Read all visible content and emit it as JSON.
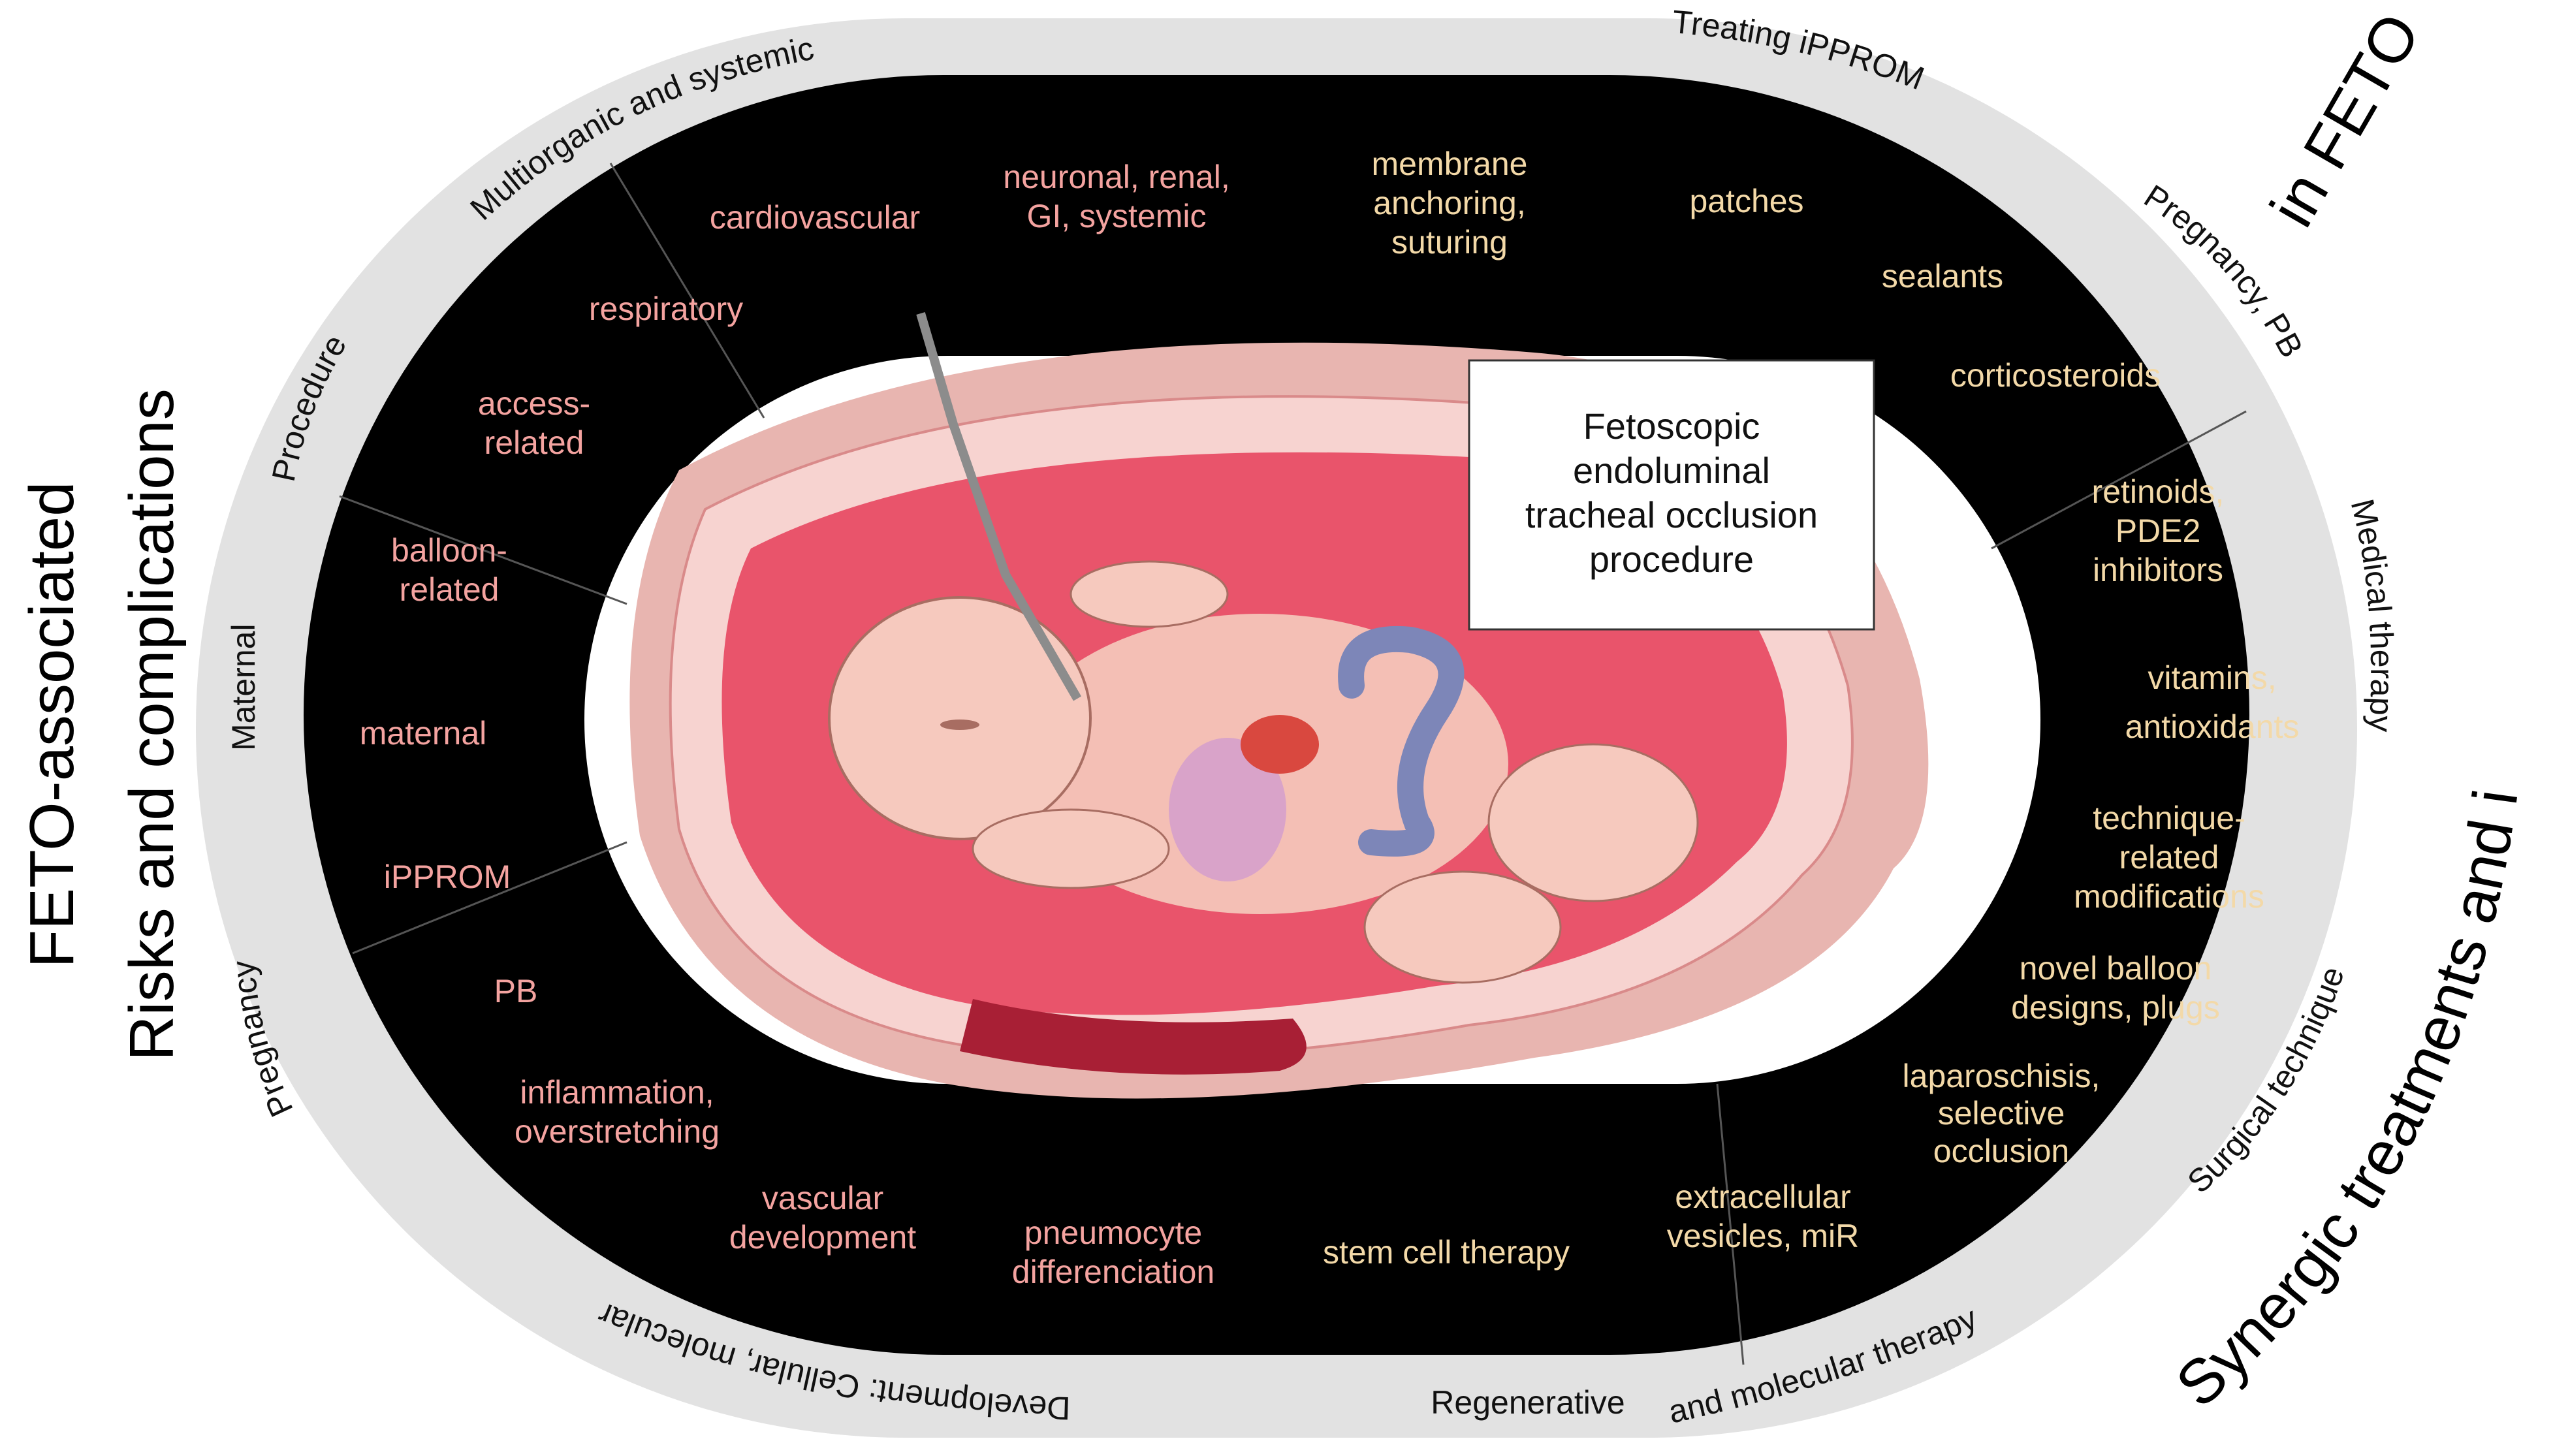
{
  "center_box": {
    "lines": [
      "Fetoscopic",
      "endoluminal",
      "tracheal occlusion",
      "procedure"
    ]
  },
  "outer_titles": {
    "left_line1": "FETO-associated",
    "left_line2": "Risks and complications",
    "right_line1": "Synergic treatments and improvements",
    "right_line2": "in FETO"
  },
  "ring_labels": {
    "multiorganic": "Multiorganic and systemic",
    "procedure": "Procedure",
    "maternal": "Maternal",
    "pregnancy": "Pregnancy",
    "development": "Development: Cellular, molecular",
    "regenerative": "Regenerative",
    "and_molecular": "and molecular therapy",
    "surgical": "Surgical technique",
    "medical": "Medical therapy",
    "pregnancy_pb": "Pregnancy, PB",
    "treating_ipprom": "Treating iPPROM"
  },
  "risk_items": {
    "cardiovascular": "cardiovascular",
    "neuronal_1": "neuronal, renal,",
    "neuronal_2": "GI, systemic",
    "respiratory": "respiratory",
    "access_1": "access-",
    "access_2": "related",
    "balloon_1": "balloon-",
    "balloon_2": "related",
    "maternal": "maternal",
    "ipprom": "iPPROM",
    "pb": "PB",
    "inflammation_1": "inflammation,",
    "inflammation_2": "overstretching",
    "vascular_1": "vascular",
    "vascular_2": "development",
    "pneumocyte_1": "pneumocyte",
    "pneumocyte_2": "differenciation"
  },
  "treatment_items": {
    "membrane_1": "membrane",
    "membrane_2": "anchoring,",
    "membrane_3": "suturing",
    "patches": "patches",
    "sealants": "sealants",
    "corticosteroids": "corticosteroids",
    "retinoids_1": "retinoids,",
    "retinoids_2": "PDE2",
    "retinoids_3": "inhibitors",
    "vitamins_1": "vitamins,",
    "vitamins_2": "antioxidants",
    "technique_1": "technique-",
    "technique_2": "related",
    "technique_3": "modifications",
    "balloon_designs_1": "novel balloon",
    "balloon_designs_2": "designs, plugs",
    "laparoschisis_1": "laparoschisis,",
    "laparoschisis_2": "selective",
    "laparoschisis_3": "occlusion",
    "stem_cell": "stem cell therapy",
    "vesicles_1": "extracellular",
    "vesicles_2": "vesicles, miR"
  },
  "colors": {
    "risk_text": "#f4a3a0",
    "treatment_text": "#f3d9a8",
    "band": "#000000",
    "ring": "#e2e2e2"
  }
}
